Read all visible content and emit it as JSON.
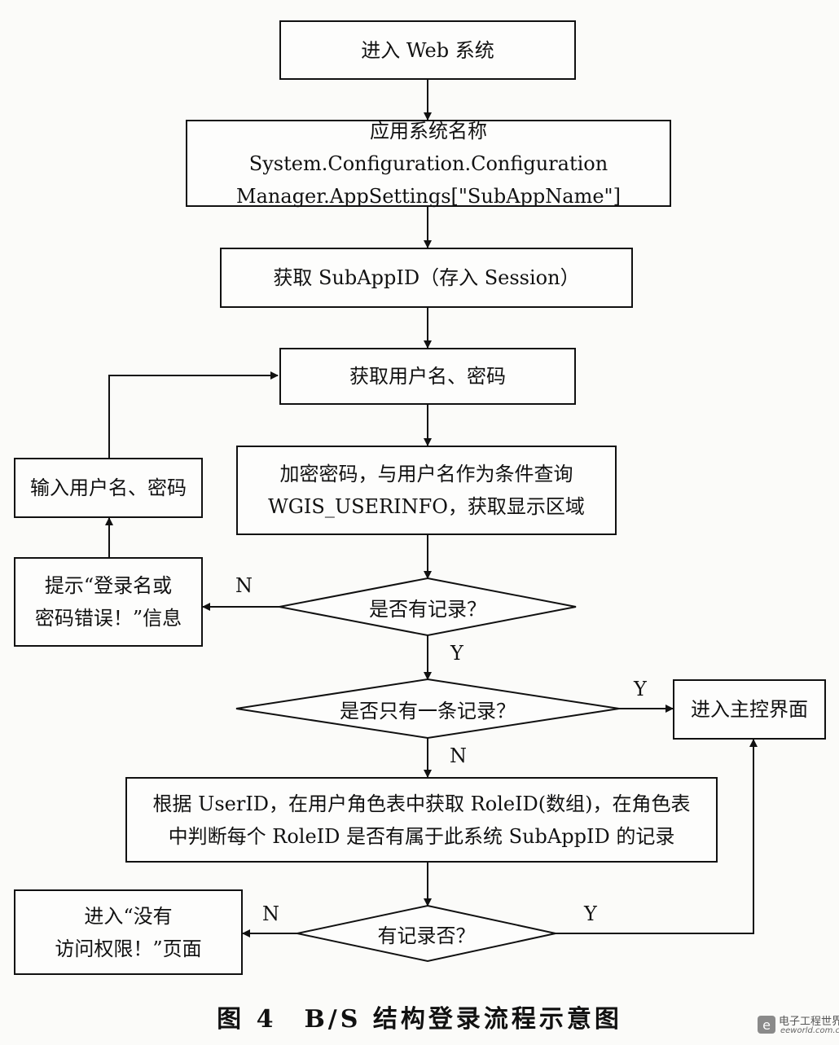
{
  "nodes": {
    "enter_web": "进入 Web 系统",
    "app_name_line1": "应用系统名称 System.Configuration.Configuration",
    "app_name_line2": "Manager.AppSettings[\"SubAppName\"]",
    "get_subappid": "获取 SubAppID（存入 Session）",
    "get_user_pwd": "获取用户名、密码",
    "encrypt_line1": "加密密码，与用户名作为条件查询",
    "encrypt_line2": "WGIS_USERINFO，获取显示区域",
    "input_user_pwd": "输入用户名、密码",
    "error_line1": "提示“登录名或",
    "error_line2": "密码错误！”信息",
    "has_record": "是否有记录？",
    "only_one_record": "是否只有一条记录？",
    "main_ui": "进入主控界面",
    "roles_line1": "根据 UserID，在用户角色表中获取 RoleID(数组)，在角色表",
    "roles_line2": "中判断每个 RoleID 是否有属于此系统 SubAppID 的记录",
    "has_record_q": "有记录否？",
    "no_access_line1": "进入“没有",
    "no_access_line2": "访问权限！”页面"
  },
  "edge_labels": {
    "n1": "N",
    "y1": "Y",
    "y2": "Y",
    "n2": "N",
    "n3": "N",
    "y3": "Y"
  },
  "caption": "图 4　B/S 结构登录流程示意图",
  "watermark": {
    "name": "电子工程世界",
    "url": "eeworld.com.cn"
  }
}
